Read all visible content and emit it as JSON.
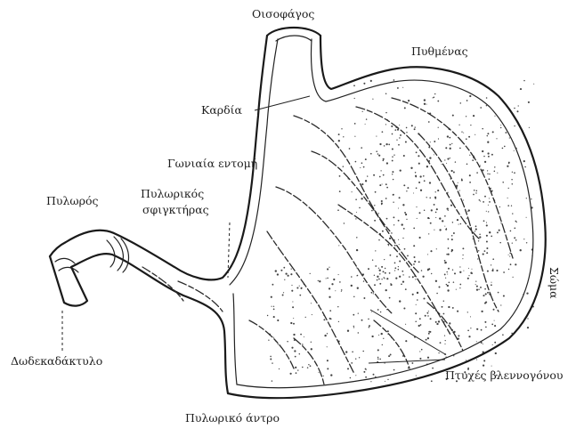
{
  "labels": {
    "top": "Οισοφάγος",
    "fundus": "Πυθμένας",
    "cardia": "Καρδία",
    "angular_notch": "Γωνιαία εντομή",
    "pylorus": "Πυλωρός",
    "pyloric_sphincter_line1": "Πυλωρικός",
    "pyloric_sphincter_line2": "σφιγκτήρας",
    "duodenum": "Δωδεκαδάκτυλο",
    "folds": "Πτυχές βλεννογόνου",
    "antrum": "Πυλωρικό άντρο",
    "side": "Σώμα"
  }
}
